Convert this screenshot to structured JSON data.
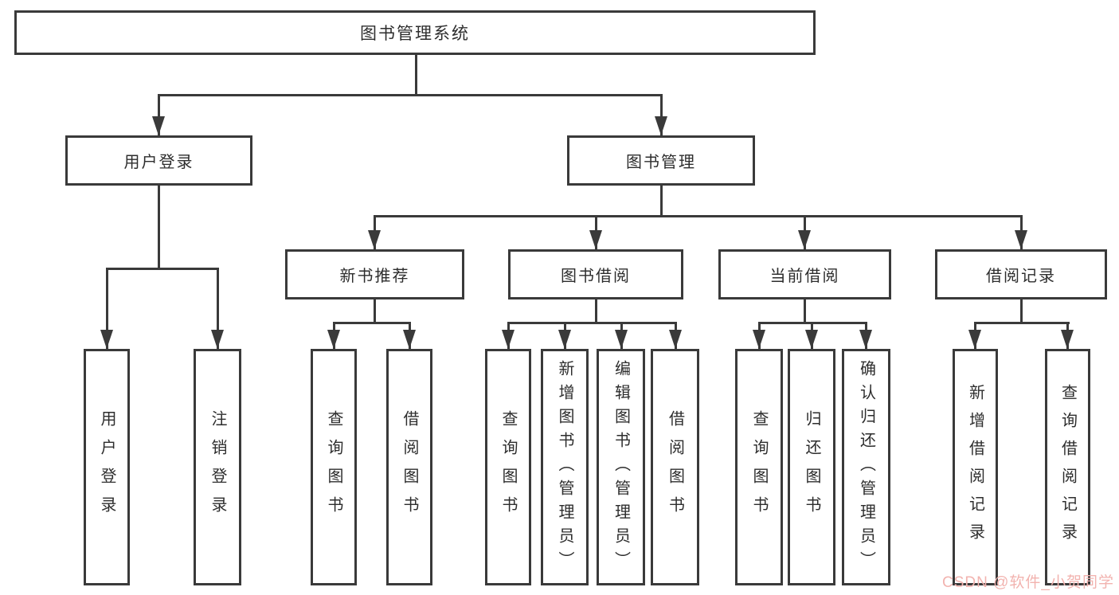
{
  "tree": {
    "root": {
      "label": "图书管理系统",
      "children": [
        {
          "label": "用户登录",
          "children": [
            {
              "label": "用户登录"
            },
            {
              "label": "注销登录"
            }
          ]
        },
        {
          "label": "图书管理",
          "children": [
            {
              "label": "新书推荐",
              "children": [
                {
                  "label": "查询图书"
                },
                {
                  "label": "借阅图书"
                }
              ]
            },
            {
              "label": "图书借阅",
              "children": [
                {
                  "label": "查询图书"
                },
                {
                  "label": "新增图书（管理员）"
                },
                {
                  "label": "编辑图书（管理员）"
                },
                {
                  "label": "借阅图书"
                }
              ]
            },
            {
              "label": "当前借阅",
              "children": [
                {
                  "label": "查询图书"
                },
                {
                  "label": "归还图书"
                },
                {
                  "label": "确认归还（管理员）"
                }
              ]
            },
            {
              "label": "借阅记录",
              "children": [
                {
                  "label": "新增借阅记录"
                },
                {
                  "label": "查询借阅记录"
                }
              ]
            }
          ]
        }
      ]
    }
  },
  "watermark": {
    "text": "CSDN @软件_小贺同学",
    "color": "#f2b3af"
  },
  "colors": {
    "line": "#3a3a3a",
    "text": "#2d2d2d",
    "background": "#ffffff"
  }
}
